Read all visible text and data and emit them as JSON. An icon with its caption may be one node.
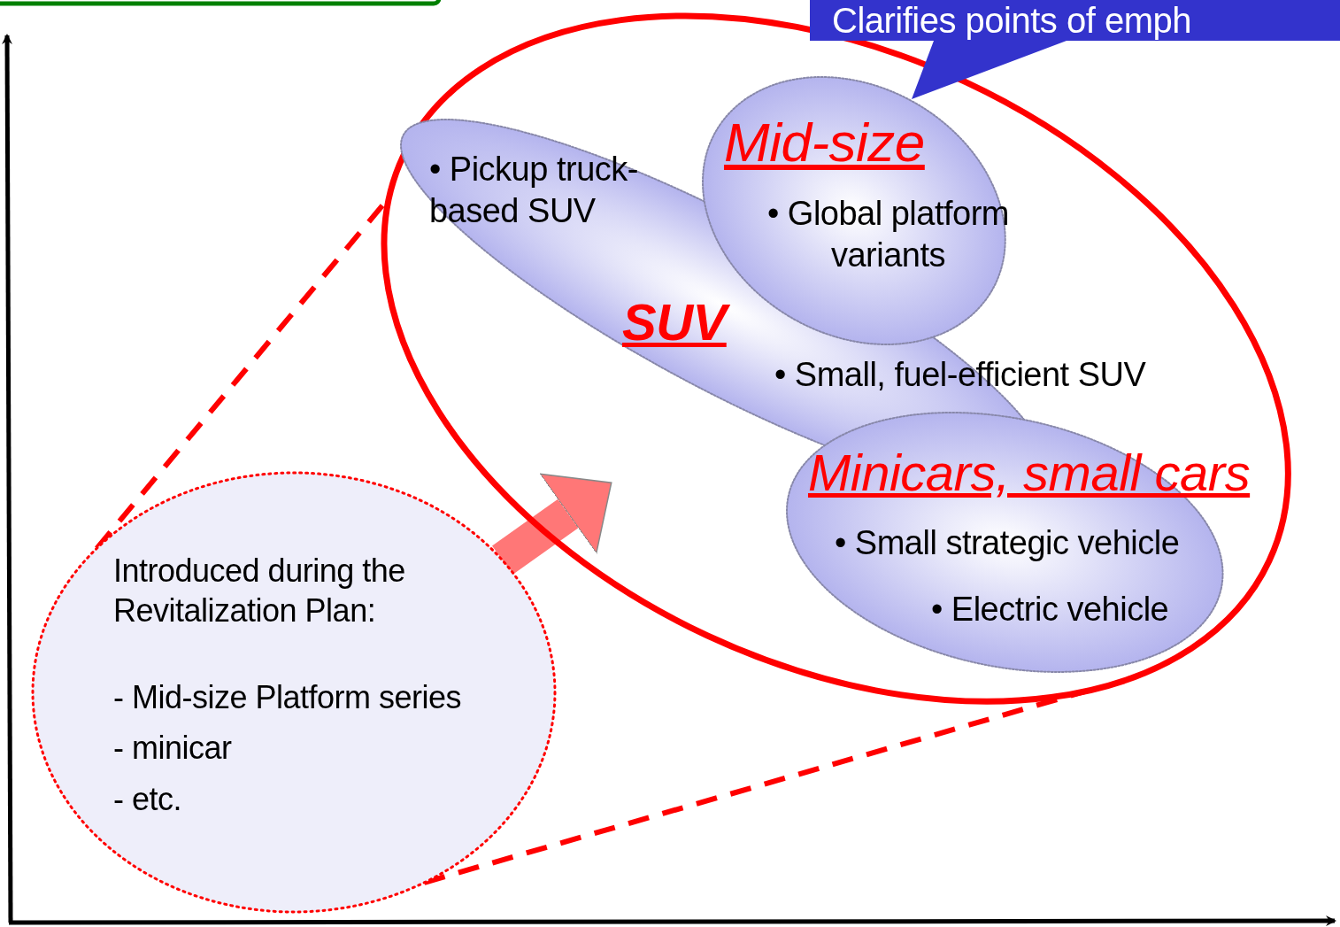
{
  "diagram": {
    "nodes": [
      {
        "text": [],
        "shape": "ellipse"
      },
      {
        "text": [
          "• Pickup truck-based SUV",
          "SUV",
          "• Small, fuel-efficient SUV"
        ],
        "in": 0
      },
      {
        "text": [
          "Mid-size",
          "• Global platform variants"
        ],
        "in": 0
      },
      {
        "text": [
          "Minicars, small cars",
          "• Small strategic vehicle",
          "• Electric vehicle"
        ],
        "in": 0
      },
      {
        "text": [
          "Introduced during the Revitalization Plan:",
          "- Mid-size Platform series",
          "- minicar",
          "- etc."
        ]
      },
      {
        "text": [
          "Clarifies points of emph"
        ]
      }
    ],
    "edges": [
      {
        "from": 4,
        "to": 0,
        "arrow": "to",
        "style": "thick",
        "color": "#ff7777"
      },
      {
        "from": 4,
        "to": 0,
        "arrow": "none",
        "style": "dashed"
      },
      {
        "from": 4,
        "to": 0,
        "arrow": "none",
        "style": "dashed"
      }
    ]
  }
}
